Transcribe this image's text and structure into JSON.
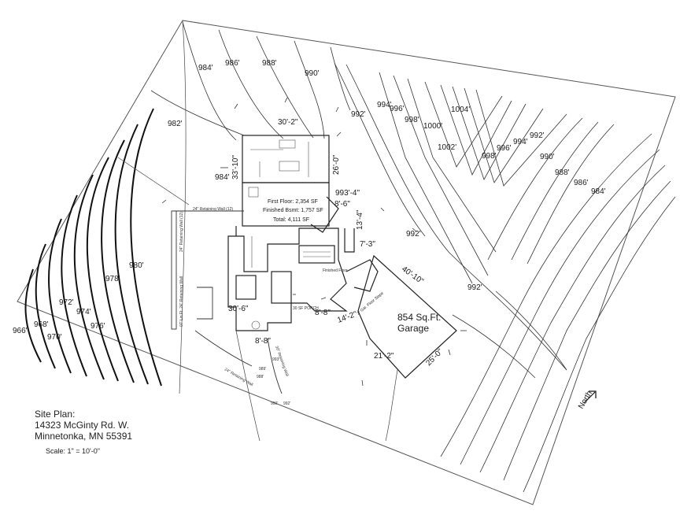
{
  "title_block": {
    "heading": "Site Plan:",
    "address_line1": "14323 McGinty Rd. W.",
    "address_line2": "Minnetonka, MN 55391",
    "scale": "Scale: 1\" = 10'-0\""
  },
  "north_label": "North",
  "area_summary": {
    "first_floor": "First Floor: 2,354 SF",
    "finished_basement": "Finished Bsmt: 1,757 SF",
    "total": "Total: 4,111 SF"
  },
  "garage": {
    "area": "854 Sq.Ft.",
    "label": "Garage",
    "slope_note": "2\" Gar. Floor Slope"
  },
  "contour_labels": [
    "984'",
    "986'",
    "988'",
    "990'",
    "982'",
    "992'",
    "994'",
    "996'",
    "998'",
    "1000'",
    "1004'",
    "1002'",
    "998'",
    "996'",
    "994'",
    "992'",
    "990'",
    "988'",
    "986'",
    "984'",
    "992'",
    "992'",
    "980'",
    "978'",
    "972'",
    "974'",
    "976'",
    "968'",
    "966'",
    "970'",
    "984'",
    "990'",
    "992'",
    "989'",
    "988'",
    "993'"
  ],
  "dimensions": {
    "d1": "30'-2\"",
    "d2": "26'-0\"",
    "d3": "33'-10\"",
    "d4": "993'-4\"",
    "d5": "8'-6\"",
    "d6": "13'-4\"",
    "d7": "7'-3\"",
    "d8": "40'-10\"",
    "d9": "25'-0\"",
    "d10": "21'-2\"",
    "d11": "14'-2\"",
    "d12": "30'-6\"",
    "d13": "8'-8\"",
    "d14": "8'-8\""
  },
  "annotations": {
    "retaining_wall_top": "24\" Retaining Wall (12)",
    "retaining_wall_left": "24\" Retaining Wall (12)",
    "retaining_wall_left2": "07' Lin Ft. 24\" Retaining Wall",
    "retaining_wall_bottom": "24\" Retaining Wall",
    "retaining_wall_bottom2": "30\" Retaining Wall",
    "finished_floor": "Finished Floor",
    "porch": "30 SF PORCH"
  }
}
